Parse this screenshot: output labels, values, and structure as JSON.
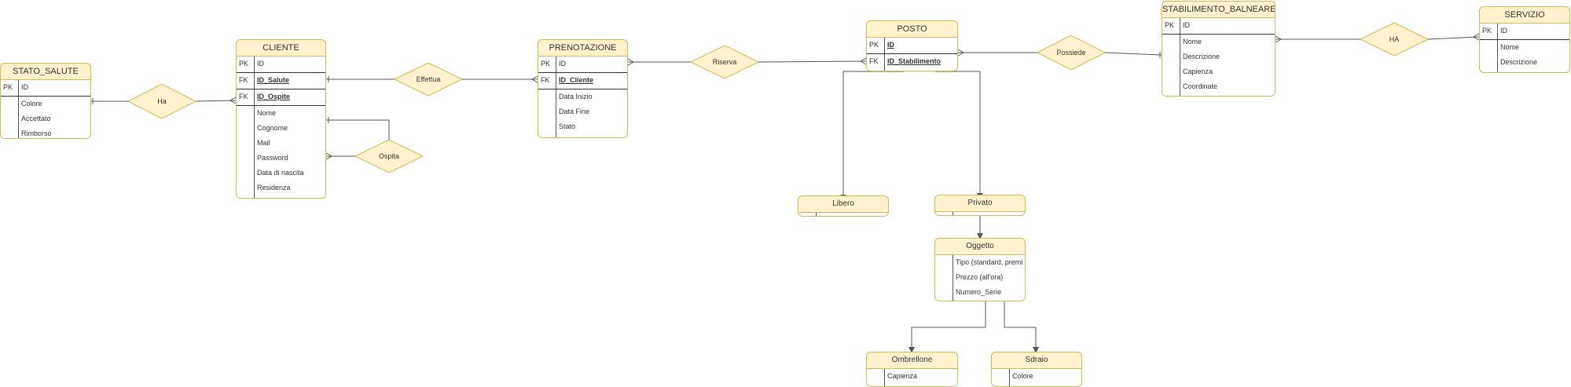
{
  "entities": {
    "stato_salute": {
      "title": "STATO_SALUTE",
      "pk": {
        "key": "PK",
        "name": "ID"
      },
      "attrs": [
        "Colore",
        "Accettato",
        "Rimborso"
      ]
    },
    "cliente": {
      "title": "CLIENTE",
      "pk": {
        "key": "PK",
        "name": "ID"
      },
      "fk1": {
        "key": "FK",
        "name": "ID_Salute"
      },
      "fk2": {
        "key": "FK",
        "name": "ID_Ospite"
      },
      "attrs": [
        "Nome",
        "Cognome",
        "Mail",
        "Password",
        "Data di nascita",
        "Residenza"
      ]
    },
    "prenotazione": {
      "title": "PRENOTAZIONE",
      "pk": {
        "key": "PK",
        "name": "ID"
      },
      "fk": {
        "key": "FK",
        "name": "ID_Cliente"
      },
      "attrs": [
        "Data Inizio",
        "Data Fine",
        "Stato"
      ]
    },
    "posto": {
      "title": "POSTO",
      "pk": {
        "key": "PK",
        "name": "ID"
      },
      "fk": {
        "key": "FK",
        "name": "ID_Stabilimento"
      }
    },
    "stabilimento": {
      "title": "STABILIMENTO_BALNEARE",
      "pk": {
        "key": "PK",
        "name": "ID"
      },
      "attrs": [
        "Nome",
        "Descrizione",
        "Capienza",
        "Coordinate"
      ]
    },
    "servizio": {
      "title": "SERVIZIO",
      "pk": {
        "key": "PK",
        "name": "ID"
      },
      "attrs": [
        "Nome",
        "Descrizione"
      ]
    },
    "libero": {
      "title": "Libero"
    },
    "privato": {
      "title": "Privato"
    },
    "oggetto": {
      "title": "Oggetto",
      "attrs": [
        "Tipo (standard, premium)",
        "Prezzo (all'ora)",
        "Numero_Serie"
      ]
    },
    "ombrellone": {
      "title": "Ombrellone",
      "attrs": [
        "Capienza"
      ]
    },
    "sdraio": {
      "title": "Sdraio",
      "attrs": [
        "Colore"
      ]
    }
  },
  "relations": {
    "ha": "Ha",
    "effettua": "Effettua",
    "ospita": "Ospita",
    "riserva": "Riserva",
    "possiede": "Possiede",
    "ha2": "HA"
  },
  "colors": {
    "entity_fill": "#fff2cc",
    "entity_stroke": "#d6b656",
    "line": "#333333"
  }
}
